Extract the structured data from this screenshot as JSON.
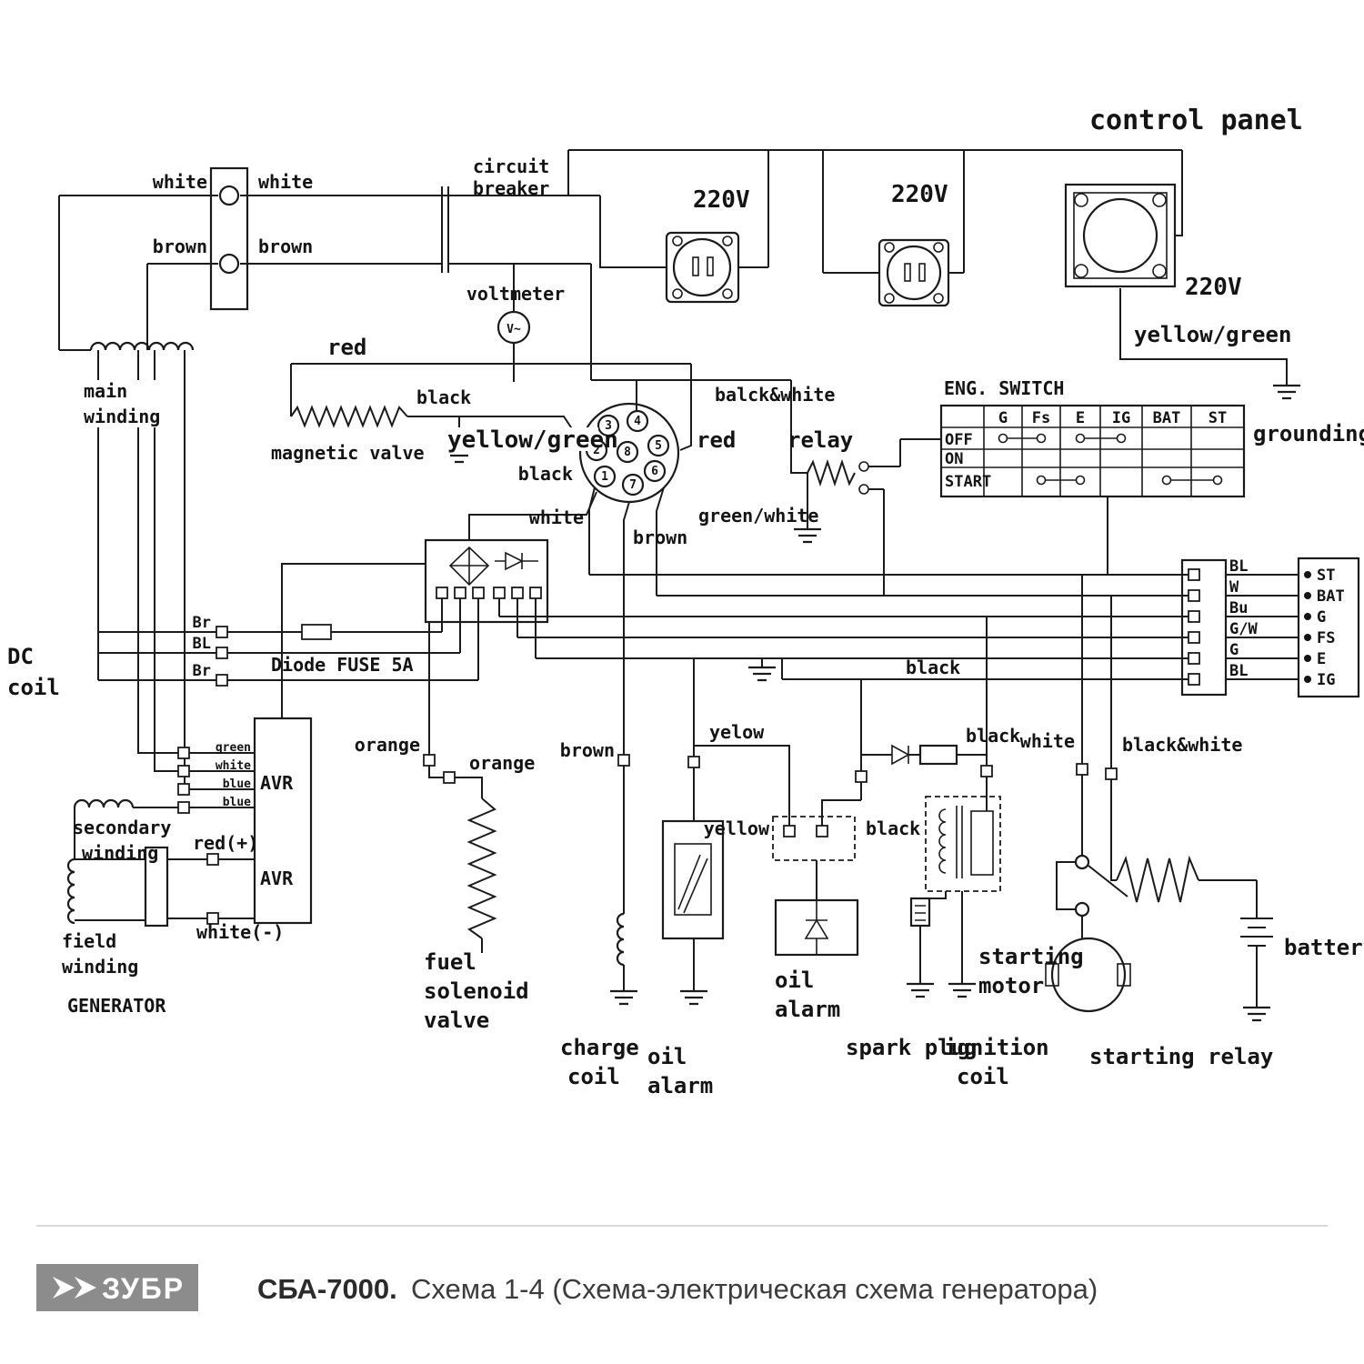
{
  "labels": {
    "control_panel": "control panel",
    "white_left": "white",
    "white_right": "white",
    "brown_left": "brown",
    "brown_right": "brown",
    "circuit": "circuit",
    "breaker": "breaker",
    "voltmeter": "voltmeter",
    "volt_symbol": "V~",
    "v220_1": "220V",
    "v220_2": "220V",
    "v220_3": "220V",
    "yellow_green_right": "yellow/green",
    "grounding": "grounding",
    "red_top": "red",
    "black_valve": "black",
    "magnetic_valve": "magnetic valve",
    "yellow_green_center": "yellow/green",
    "black_conn": "black",
    "red_pin": "red",
    "white_conn": "white",
    "brown_conn": "brown",
    "green_white": "green/white",
    "balck_white": "balck&white",
    "relay": "relay",
    "main_1": "main",
    "main_2": "winding",
    "dc_1": "DC",
    "dc_2": "coil",
    "br_1": "Br",
    "bl_1": "BL",
    "br_2": "Br",
    "diode_fuse": "Diode FUSE 5A",
    "black_bus": "black",
    "orange_1": "orange",
    "orange_2": "orange",
    "brown_low": "brown",
    "yelow": "yelow",
    "yellow": "yellow",
    "black_rect": "black",
    "black_diode": "black",
    "white_low": "white",
    "black_white_low": "black&white",
    "avr_1": "AVR",
    "avr_2": "AVR",
    "secondary_1": "secondary",
    "secondary_2": "winding",
    "red_plus": "red(+)",
    "white_minus": "white(-)",
    "field_1": "field",
    "field_2": "winding",
    "generator": "GENERATOR",
    "fuel_1": "fuel",
    "fuel_2": "solenoid",
    "fuel_3": "valve",
    "charge_1": "charge",
    "charge_2": "coil",
    "oil_a1": "oil",
    "oil_a2": "alarm",
    "oil_b1": "oil",
    "oil_b2": "alarm",
    "spark_plug": "spark plug",
    "ignition_1": "ignition",
    "ignition_2": "coil",
    "motor_1": "starting",
    "motor_2": "motor",
    "starting_relay": "starting relay",
    "battery": "battery"
  },
  "connector": {
    "pins": [
      "3",
      "4",
      "2",
      "8",
      "5",
      "1",
      "7",
      "6"
    ]
  },
  "eng_switch": {
    "title": "ENG. SWITCH",
    "columns": [
      "G",
      "Fs",
      "E",
      "IG",
      "BAT",
      "ST"
    ],
    "rows": [
      "OFF",
      "ON",
      "START"
    ]
  },
  "terminals": {
    "wire_colors": [
      "BL",
      "W",
      "Bu",
      "G/W",
      "G",
      "BL"
    ],
    "pins": [
      "ST",
      "BAT",
      "G",
      "FS",
      "E",
      "IG"
    ]
  },
  "avr_pins": [
    "green",
    "white",
    "blue",
    "blue"
  ],
  "footer": {
    "logo": "ЗУБР",
    "model": "СБА-7000.",
    "caption": "Схема 1-4 (Схема-электрическая схема генератора)"
  }
}
